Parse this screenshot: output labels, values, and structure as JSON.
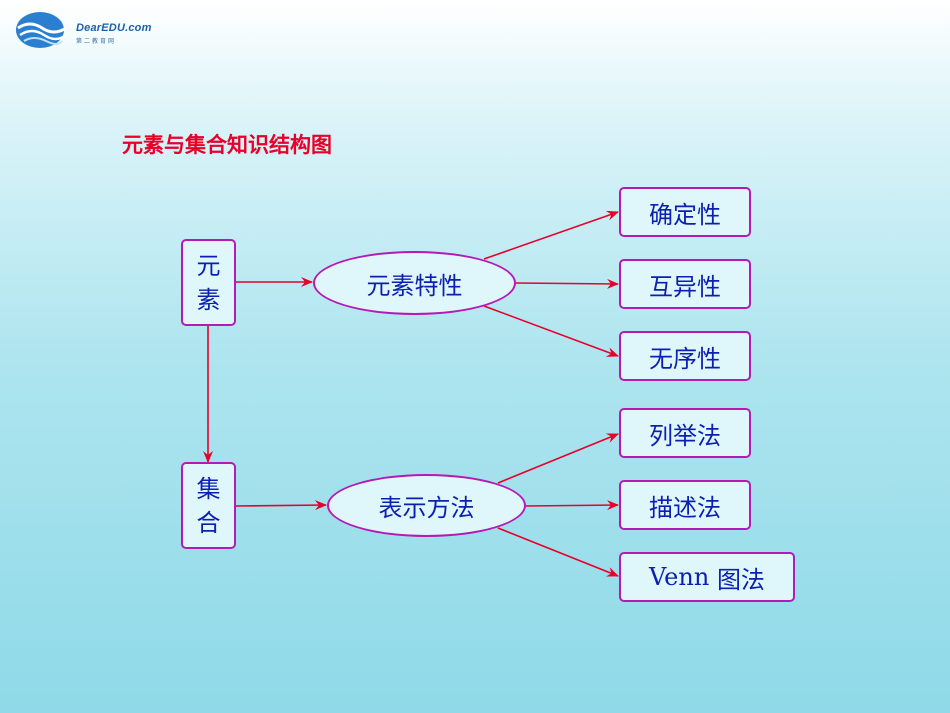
{
  "logo": {
    "text": "DearEDU.com",
    "sub": "第二教育网"
  },
  "title": "元素与集合知识结构图",
  "nodes": {
    "element": {
      "char1": "元",
      "char2": "素"
    },
    "set": {
      "char1": "集",
      "char2": "合"
    },
    "element_properties": "元素特性",
    "representation": "表示方法",
    "prop1": "确定性",
    "prop2": "互异性",
    "prop3": "无序性",
    "method1": "列举法",
    "method2": "描述法",
    "method3_latin": "Venn",
    "method3_cn": "图法"
  },
  "colors": {
    "border": "#b51ab5",
    "text": "#0b1fb0",
    "arrow": "#e8002a",
    "title": "#e8002a"
  }
}
